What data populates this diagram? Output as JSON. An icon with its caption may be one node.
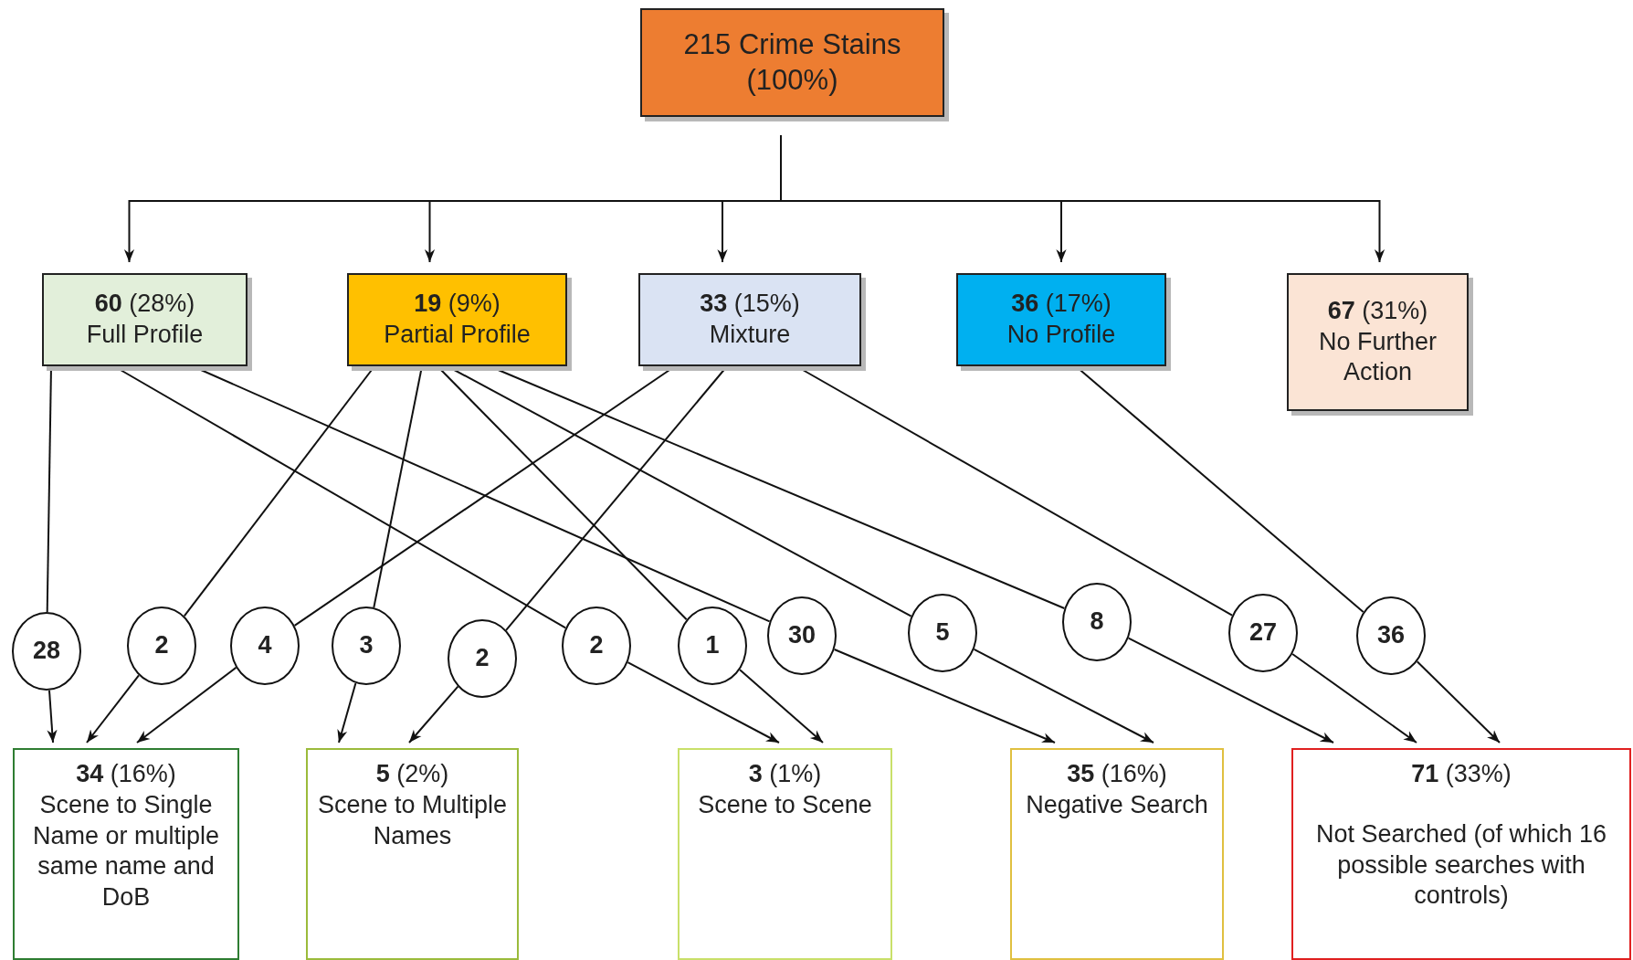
{
  "diagram": {
    "nodes": [
      {
        "text": [
          "215 Crime Stains (100%)"
        ]
      },
      {
        "text": [
          "**60** (28%)",
          "Full Profile"
        ]
      },
      {
        "text": [
          "**19** (9%)",
          "Partial Profile"
        ]
      },
      {
        "text": [
          "**33** (15%)",
          "Mixture"
        ]
      },
      {
        "text": [
          "**36** (17%)",
          "No Profile"
        ]
      },
      {
        "text": [
          "**67** (31%)",
          "No Further Action"
        ]
      },
      {
        "text": [
          "28"
        ]
      },
      {
        "text": [
          "2"
        ]
      },
      {
        "text": [
          "4"
        ]
      },
      {
        "text": [
          "3"
        ]
      },
      {
        "text": [
          "2"
        ]
      },
      {
        "text": [
          "2"
        ]
      },
      {
        "text": [
          "1"
        ]
      },
      {
        "text": [
          "30"
        ]
      },
      {
        "text": [
          "5"
        ]
      },
      {
        "text": [
          "8"
        ]
      },
      {
        "text": [
          "27"
        ]
      },
      {
        "text": [
          "36"
        ]
      },
      {
        "text": [
          "**34** (16%)",
          "Scene to Single Name or multiple same name and DoB"
        ]
      },
      {
        "text": [
          "**5** (2%)",
          "Scene to Multiple Names"
        ]
      },
      {
        "text": [
          "**3** (1%)",
          "Scene to Scene"
        ]
      },
      {
        "text": [
          "**35** (16%)",
          "Negative Search"
        ]
      },
      {
        "text": [
          "**71** (33%)",
          "Not Searched (of which 16 possible searches with controls)"
        ]
      }
    ],
    "edges": [
      {
        "from": 0,
        "to": 1,
        "arrow": "to"
      },
      {
        "from": 0,
        "to": 2,
        "arrow": "to"
      },
      {
        "from": 0,
        "to": 3,
        "arrow": "to"
      },
      {
        "from": 0,
        "to": 4,
        "arrow": "to"
      },
      {
        "from": 0,
        "to": 5,
        "arrow": "to"
      },
      {
        "from": 1,
        "to": 6,
        "arrow": "none"
      },
      {
        "from": 2,
        "to": 7,
        "arrow": "none"
      },
      {
        "from": 3,
        "to": 8,
        "arrow": "none"
      },
      {
        "from": 2,
        "to": 9,
        "arrow": "none"
      },
      {
        "from": 3,
        "to": 10,
        "arrow": "none"
      },
      {
        "from": 1,
        "to": 11,
        "arrow": "none"
      },
      {
        "from": 2,
        "to": 12,
        "arrow": "none"
      },
      {
        "from": 1,
        "to": 13,
        "arrow": "none"
      },
      {
        "from": 2,
        "to": 14,
        "arrow": "none"
      },
      {
        "from": 2,
        "to": 15,
        "arrow": "none"
      },
      {
        "from": 3,
        "to": 16,
        "arrow": "none"
      },
      {
        "from": 4,
        "to": 17,
        "arrow": "none"
      },
      {
        "from": 6,
        "to": 18,
        "arrow": "to"
      },
      {
        "from": 7,
        "to": 18,
        "arrow": "to"
      },
      {
        "from": 8,
        "to": 18,
        "arrow": "to"
      },
      {
        "from": 9,
        "to": 19,
        "arrow": "to"
      },
      {
        "from": 10,
        "to": 19,
        "arrow": "to"
      },
      {
        "from": 11,
        "to": 20,
        "arrow": "to"
      },
      {
        "from": 12,
        "to": 20,
        "arrow": "to"
      },
      {
        "from": 13,
        "to": 21,
        "arrow": "to"
      },
      {
        "from": 14,
        "to": 21,
        "arrow": "to"
      },
      {
        "from": 15,
        "to": 22,
        "arrow": "to"
      },
      {
        "from": 16,
        "to": 22,
        "arrow": "to"
      },
      {
        "from": 17,
        "to": 22,
        "arrow": "to"
      }
    ]
  }
}
